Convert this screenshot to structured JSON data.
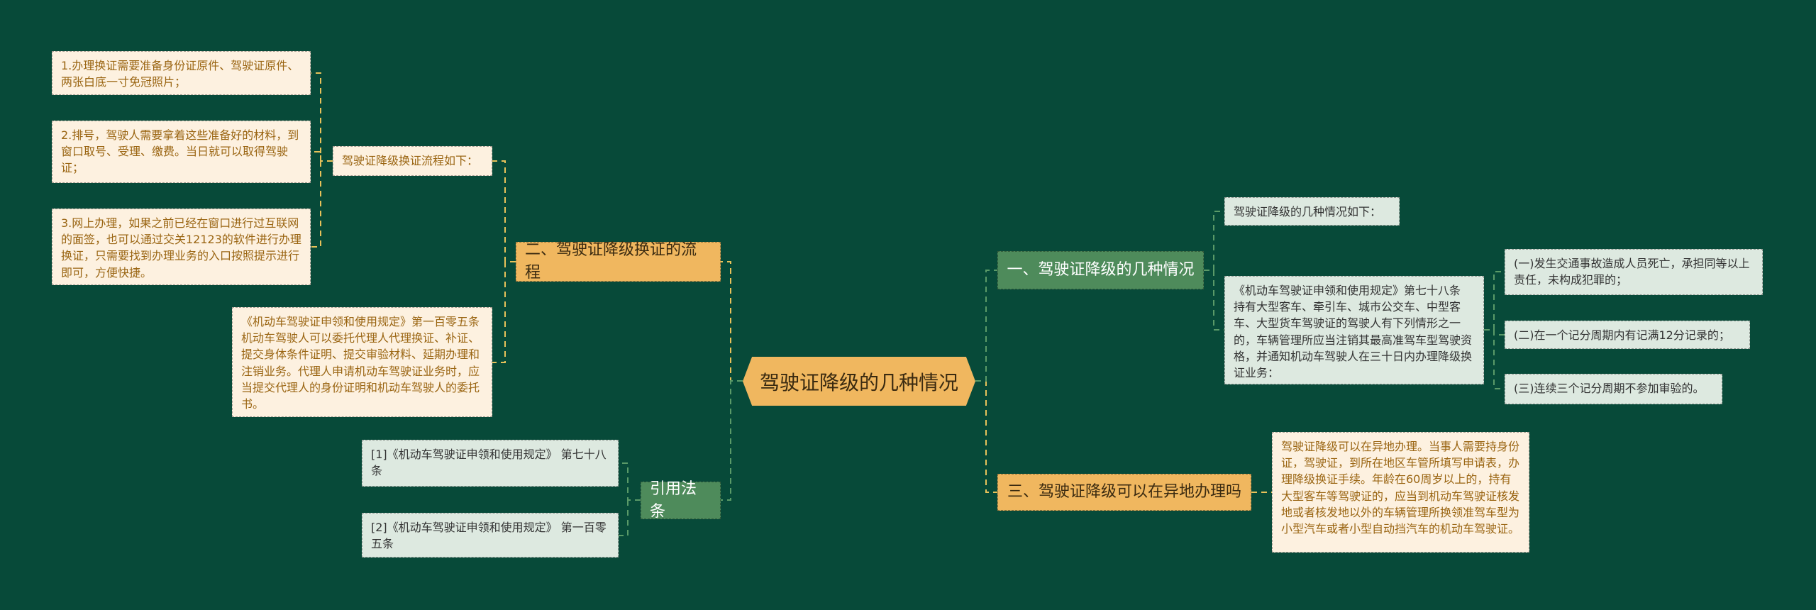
{
  "root": {
    "label": "驾驶证降级的几种情况"
  },
  "left": {
    "process": {
      "label": "二、驾驶证降级换证的流程",
      "intro": "驾驶证降级换证流程如下：",
      "steps": [
        "1.办理换证需要准备身份证原件、驾驶证原件、两张白底一寸免冠照片；",
        "2.排号，驾驶人需要拿着这些准备好的材料，到窗口取号、受理、缴费。当日就可以取得驾驶证；",
        "3.网上办理，如果之前已经在窗口进行过互联网的面签，也可以通过交关12123的软件进行办理换证，只需要找到办理业务的入口按照提示进行即可，方便快捷。"
      ],
      "law": "《机动车驾驶证申领和使用规定》第一百零五条 机动车驾驶人可以委托代理人代理换证、补证、提交身体条件证明、提交审验材料、延期办理和注销业务。代理人申请机动车驾驶证业务时，应当提交代理人的身份证明和机动车驾驶人的委托书。"
    },
    "references": {
      "label": "引用法条",
      "items": [
        "[1]《机动车驾驶证申领和使用规定》 第七十八条",
        "[2]《机动车驾驶证申领和使用规定》 第一百零五条"
      ]
    }
  },
  "right": {
    "situations": {
      "label": "一、驾驶证降级的几种情况",
      "intro": "驾驶证降级的几种情况如下：",
      "law": "《机动车驾驶证申领和使用规定》第七十八条 持有大型客车、牵引车、城市公交车、中型客车、大型货车驾驶证的驾驶人有下列情形之一的，车辆管理所应当注销其最高准驾车型驾驶资格，并通知机动车驾驶人在三十日内办理降级换证业务：",
      "cases": [
        "(一)发生交通事故造成人员死亡，承担同等以上责任，未构成犯罪的；",
        "(二)在一个记分周期内有记满12分记录的；",
        "(三)连续三个记分周期不参加审验的。"
      ]
    },
    "remote": {
      "label": "三、驾驶证降级可以在异地办理吗",
      "answer": "驾驶证降级可以在异地办理。当事人需要持身份证，驾驶证，到所在地区车管所填写申请表，办理降级换证手续。年龄在60周岁以上的，持有大型客车等驾驶证的，应当到机动车驾驶证核发地或者核发地以外的车辆管理所换领准驾车型为小型汽车或者小型自动挡汽车的机动车驾驶证。"
    }
  },
  "colors": {
    "background": "#074a39",
    "orange": "#f0b75f",
    "green": "#4e8b5b",
    "cream": "#fdf1e0",
    "mint": "#dde9e0"
  }
}
